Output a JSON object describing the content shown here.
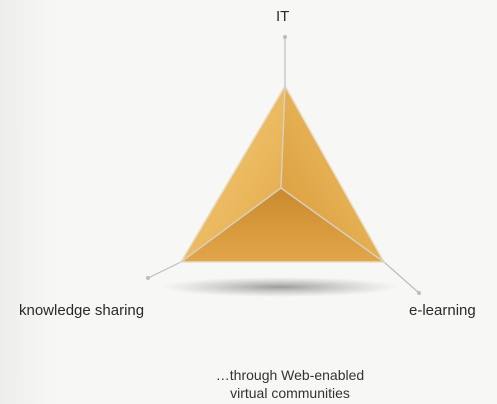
{
  "diagram": {
    "vertices": {
      "top": "IT",
      "left": "knowledge sharing",
      "right": "e-learning"
    },
    "caption": {
      "line1": "…through Web-enabled",
      "line2": "virtual communities"
    }
  },
  "colors": {
    "face_light": "#f2c971",
    "face_mid": "#e0a546",
    "face_dark": "#c58a2e",
    "edge": "#d8cfbf",
    "axis": "#bdbdbd",
    "shadow": "#9a9a9a"
  }
}
